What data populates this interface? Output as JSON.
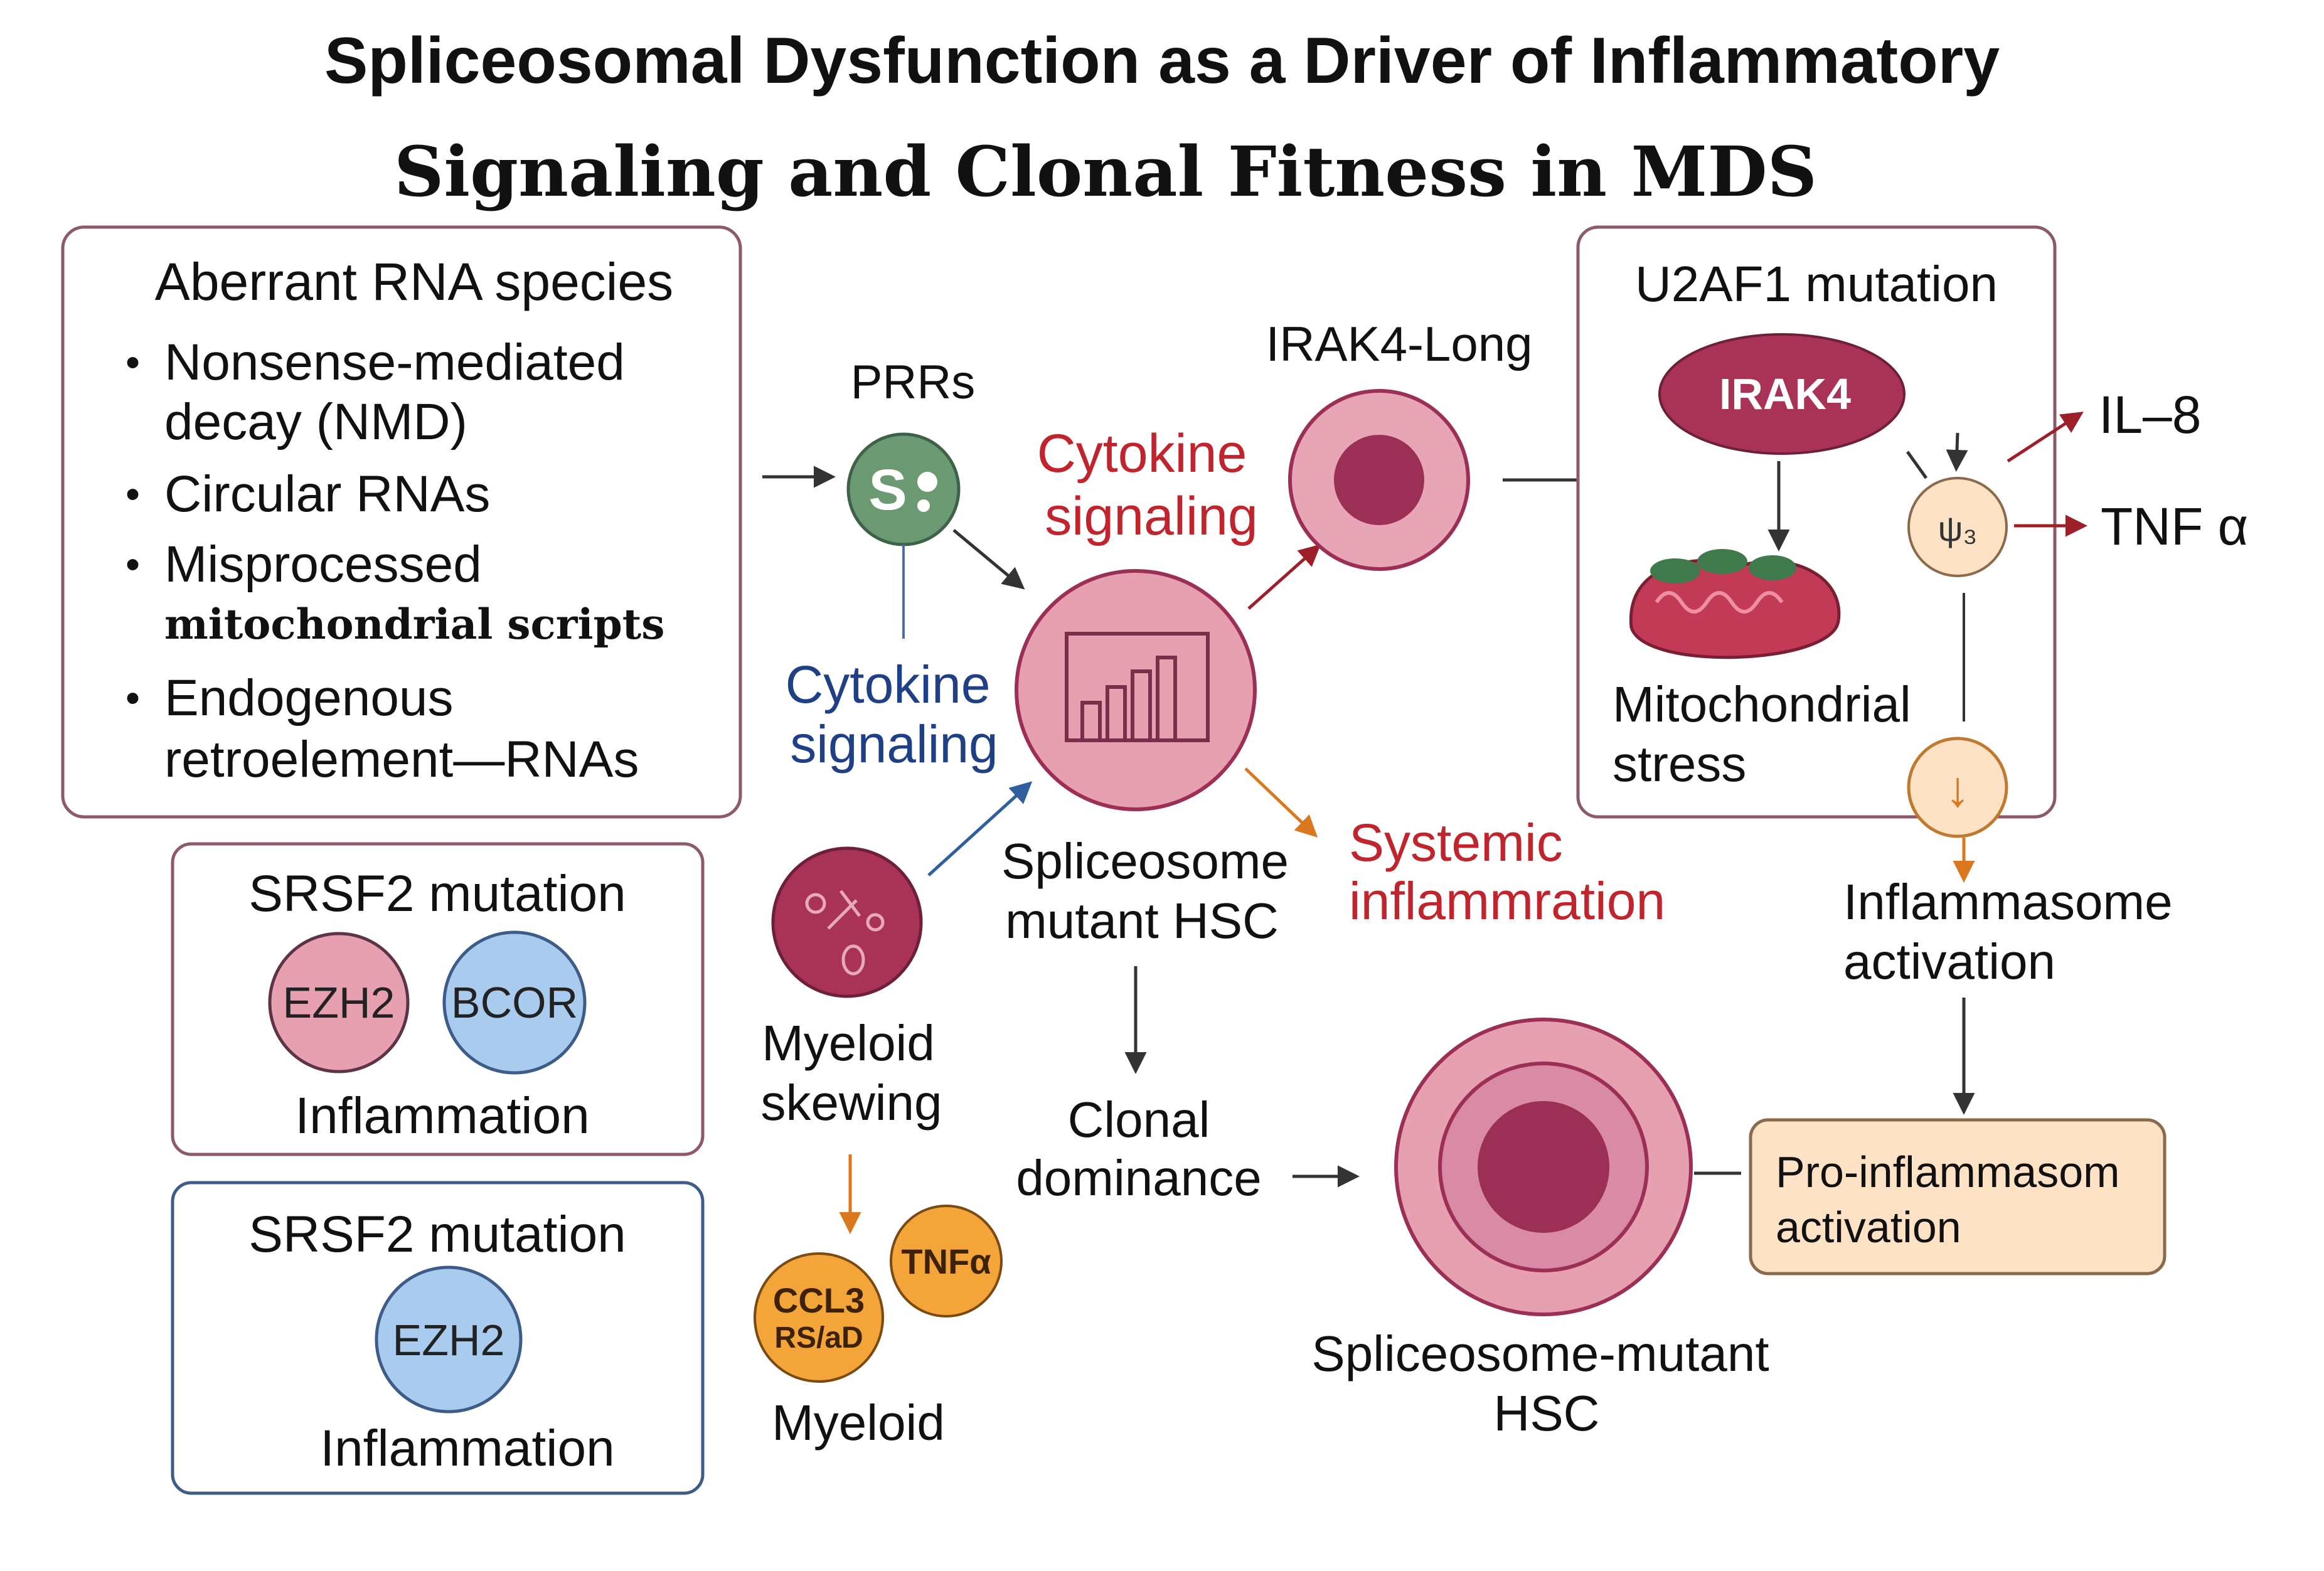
{
  "title": {
    "line1": "Spliceosomal Dysfunction as a Driver of Inflammatory",
    "line2": "Signaling and Clonal Fitness in MDS"
  },
  "aberrant_box": {
    "heading": "Aberrant RNA species",
    "bullet1_line1": "Nonsense-mediated",
    "bullet1_line2": "decay (NMD)",
    "bullet2": "Circular RNAs",
    "bullet3_line1": "Misprocessed",
    "bullet3_line2": "mitochondrial scripts",
    "bullet4_line1": "Endogenous",
    "bullet4_line2": "retroelement—RNAs"
  },
  "srsf2_box_a": {
    "heading": "SRSF2 mutation",
    "circle1": "EZH2",
    "circle2": "BCOR",
    "footer": "Inflammation"
  },
  "srsf2_box_b": {
    "heading": "SRSF2 mutation",
    "circle1": "EZH2",
    "footer": "Inflammation"
  },
  "prrs": {
    "label": "PRRs",
    "glyph": "S"
  },
  "cytokine_red": {
    "line1": "Cytokine",
    "line2": "signaling"
  },
  "cytokine_blue": {
    "line1": "Cytokine",
    "line2": "signaling"
  },
  "irak4_long": {
    "label": "IRAK4-Long"
  },
  "spliceosome_hsc": {
    "line1": "Spliceosome",
    "line2": "mutant HSC"
  },
  "systemic": {
    "line1": "Systemic",
    "line2": "inflammration"
  },
  "myeloid_skewing": {
    "line1": "Myeloid",
    "line2": "skewing"
  },
  "myeloid_output": {
    "ccl3_line1": "CCL3",
    "ccl3_line2": "RS/aD",
    "tnfa": "TNFα",
    "label": "Myeloid"
  },
  "clonal": {
    "line1": "Clonal",
    "line2": "dominance"
  },
  "big_hsc": {
    "line1": "Spliceosome-mutant",
    "line2": "HSC"
  },
  "u2af1_box": {
    "heading": "U2AF1 mutation",
    "irak4": "IRAK4",
    "mito_line1": "Mitochondrial",
    "mito_line2": "stress"
  },
  "small_node": {
    "glyph": "ψ₃"
  },
  "outputs": {
    "il8": "IL–8",
    "tnf": "TNF α"
  },
  "inflammasome": {
    "line1": "Inflammasome",
    "line2": "activation"
  },
  "pro_box": {
    "line1": "Pro-inflammasom",
    "line2": "activation"
  },
  "colors": {
    "red_text": "#c0242c",
    "blue_text": "#1f3f86",
    "pink_fill": "#e7a0b0",
    "maroon": "#9c2f55",
    "blue_fill": "#a9cbee",
    "orange": "#f3a53a",
    "peach": "#fde2c6",
    "green": "#6b9a72"
  }
}
